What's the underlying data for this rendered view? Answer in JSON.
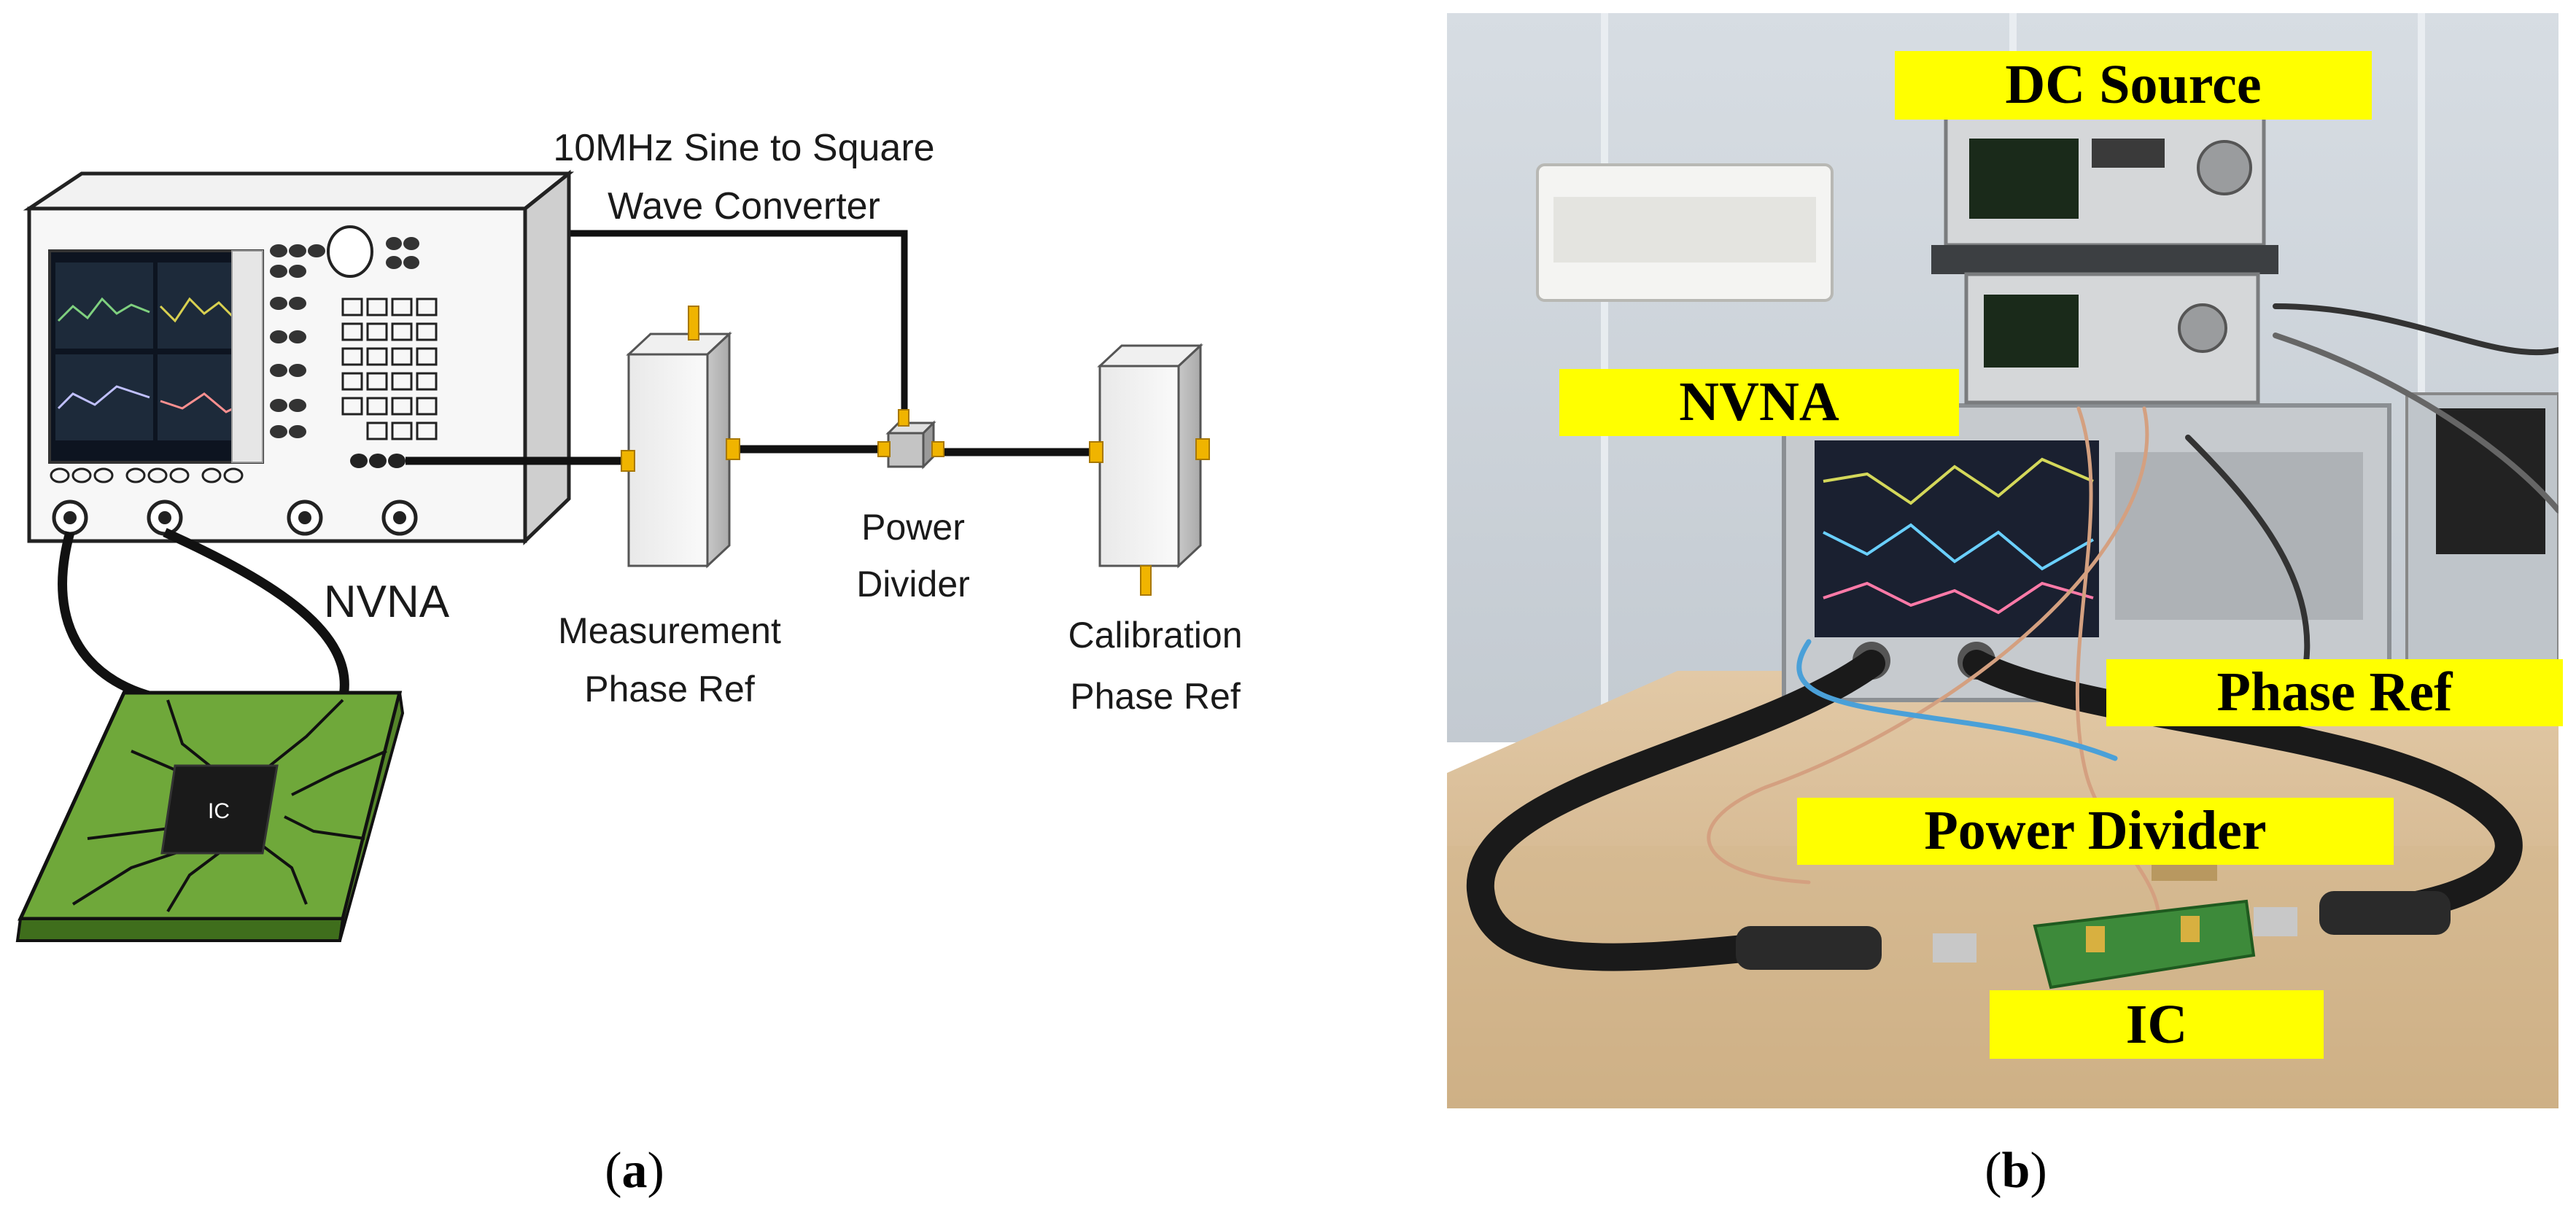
{
  "panel_a": {
    "converter_label_line1": "10MHz Sine to Square",
    "converter_label_line2": "Wave Converter",
    "nvna_label": "NVNA",
    "power_divider_line1": "Power",
    "power_divider_line2": "Divider",
    "measurement_ref_line1": "Measurement",
    "measurement_ref_line2": "Phase Ref",
    "calibration_ref_line1": "Calibration",
    "calibration_ref_line2": "Phase Ref",
    "ic_chip_label": "IC",
    "caption_open": "(",
    "caption_letter": "a",
    "caption_close": ")"
  },
  "panel_b": {
    "label_dc_source": "DC Source",
    "label_nvna": "NVNA",
    "label_phase_ref": "Phase Ref",
    "label_power_divider": "Power Divider",
    "label_ic": "IC",
    "caption_open": "(",
    "caption_letter": "b",
    "caption_close": ")"
  },
  "colors": {
    "label_box": "#ffff00",
    "pcb_green": "#6fa83a",
    "connector_gold": "#f0b400",
    "cable_black": "#111111"
  }
}
